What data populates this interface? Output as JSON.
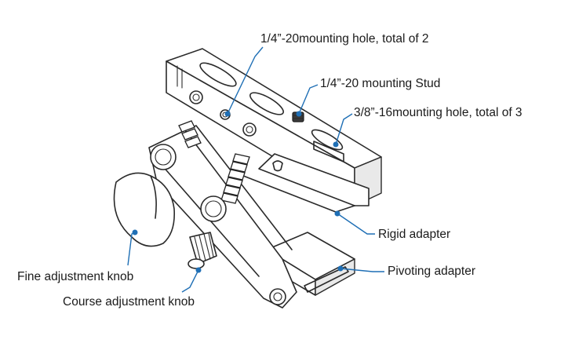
{
  "labels": {
    "mounting_hole_quarter": "1/4”-20mounting hole, total of 2",
    "mounting_stud": "1/4”-20 mounting Stud",
    "mounting_hole_threeeighths": "3/8”-16mounting hole, total of 3",
    "rigid_adapter": "Rigid adapter",
    "pivoting_adapter": "Pivoting adapter",
    "fine_knob": "Fine adjustment knob",
    "course_knob": "Course adjustment knob"
  },
  "colors": {
    "leader": "#1f6fb5",
    "ink": "#2a2a2a",
    "text": "#1a1a1a"
  }
}
